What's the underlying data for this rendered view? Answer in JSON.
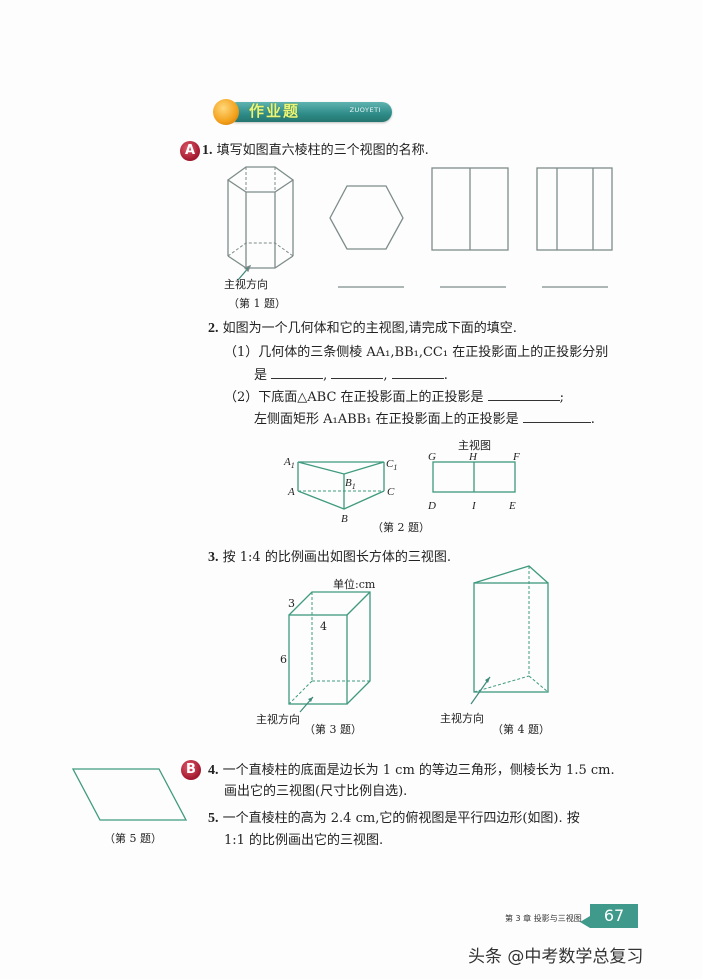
{
  "header": {
    "banner_title": "作业题",
    "banner_subtitle": "ZUOYETI"
  },
  "section_a": {
    "badge": "A",
    "q1": {
      "number": "1.",
      "text": "填写如图直六棱柱的三个视图的名称.",
      "arrow_label": "主视方向",
      "caption": "（第 1 题）"
    },
    "q2": {
      "number": "2.",
      "text": "如图为一个几何体和它的主视图,请完成下面的填空.",
      "part1_line1": "（1）几何体的三条侧棱 AA₁,BB₁,CC₁ 在正投影面上的正投影分别",
      "part1_line2_prefix": "是",
      "part2_line1": "（2）下底面△ABC 在正投影面上的正投影是",
      "part2_line1_end": ";",
      "part2_line2": "左侧面矩形 A₁ABB₁ 在正投影面上的正投影是",
      "part2_line2_end": ".",
      "front_view_title": "主视图",
      "prism_labels": [
        "A₁",
        "C₁",
        "B₁",
        "A",
        "C",
        "B"
      ],
      "view_labels": [
        "G",
        "H",
        "F",
        "D",
        "I",
        "E"
      ],
      "caption": "（第 2 题）"
    },
    "q3": {
      "number": "3.",
      "text": "按 1:4 的比例画出如图长方体的三视图.",
      "unit": "单位:cm",
      "dims": [
        "3",
        "4",
        "6"
      ],
      "arrow_label": "主视方向",
      "caption": "（第 3 题）"
    },
    "q4_fig": {
      "arrow_label": "主视方向",
      "caption": "（第 4 题）"
    }
  },
  "section_b": {
    "badge": "B",
    "q4": {
      "number": "4.",
      "line1": "一个直棱柱的底面是边长为 1 cm 的等边三角形，侧棱长为 1.5 cm.",
      "line2": "画出它的三视图(尺寸比例自选)."
    },
    "q5": {
      "number": "5.",
      "line1": "一个直棱柱的高为 2.4 cm,它的俯视图是平行四边形(如图). 按",
      "line2": "1:1 的比例画出它的三视图.",
      "caption": "（第 5 题）"
    }
  },
  "footer": {
    "chapter": "第 3 章   投影与三视图",
    "page_number": "67",
    "watermark": "头条 @中考数学总复习"
  }
}
